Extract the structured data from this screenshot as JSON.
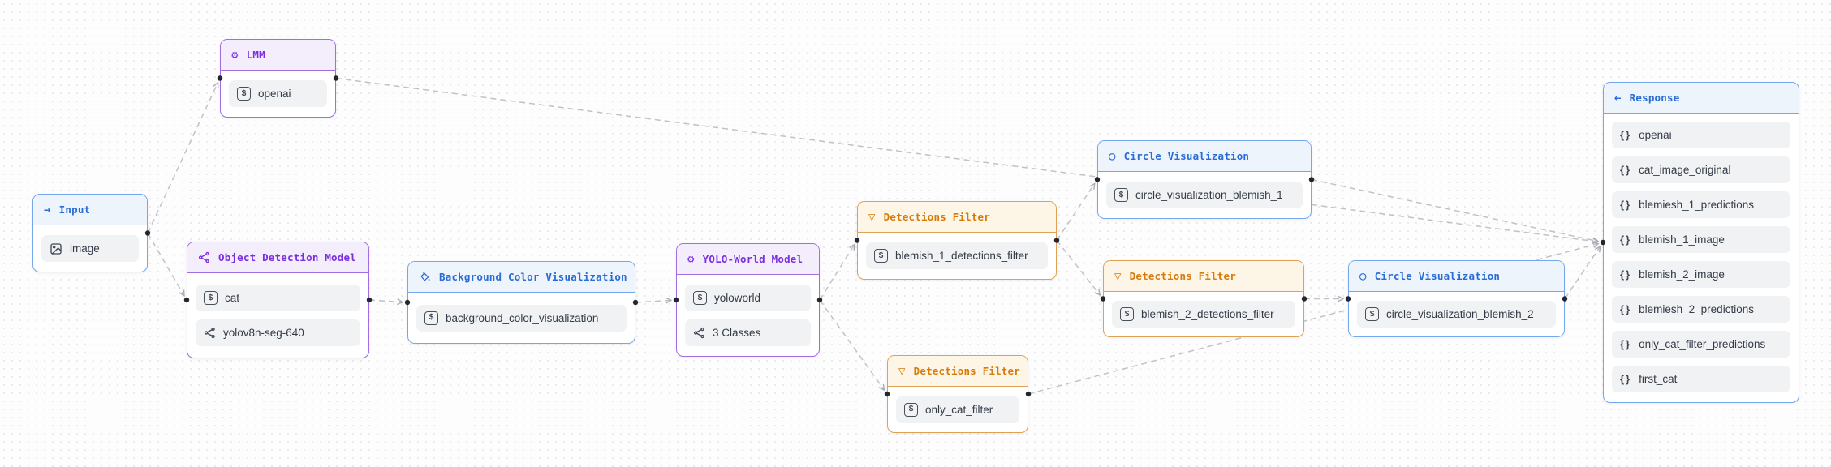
{
  "app": {
    "kind": "workflow-editor-canvas"
  },
  "icons": {
    "arrow_right": "→",
    "arrow_left": "←",
    "gear": "⚙",
    "funnel": "▽",
    "circle": "○",
    "dollar": "$",
    "braces": "{}",
    "molecule": "molecule-svg-shape",
    "paint_bucket": "paint-bucket-svg-shape",
    "image": "image-svg-shape"
  },
  "colors": {
    "blue_accent": "#2a6cd5",
    "blue_border": "#74a7ec",
    "purple_accent": "#7c2fe0",
    "purple_border": "#a06ee0",
    "orange_accent": "#d97a08",
    "orange_border": "#dfa153",
    "edge_line": "#c0c2c7",
    "pill_bg": "#f1f2f4"
  },
  "nodes": [
    {
      "id": "input",
      "title": "Input",
      "theme": "blue",
      "icon": "arrow-right-icon",
      "items": [
        {
          "icon": "image-icon",
          "label": "image"
        }
      ]
    },
    {
      "id": "lmm",
      "title": "LMM",
      "theme": "purple",
      "icon": "gear-icon",
      "items": [
        {
          "icon": "dollar-icon",
          "label": "openai"
        }
      ]
    },
    {
      "id": "object_detection_model",
      "title": "Object Detection Model",
      "theme": "purple",
      "icon": "molecule-icon",
      "items": [
        {
          "icon": "dollar-icon",
          "label": "cat"
        },
        {
          "icon": "molecule-icon",
          "label": "yolov8n-seg-640"
        }
      ]
    },
    {
      "id": "background_color_visualization",
      "title": "Background Color Visualization",
      "theme": "blue",
      "icon": "paint-bucket-icon",
      "items": [
        {
          "icon": "dollar-icon",
          "label": "background_color_visualization"
        }
      ]
    },
    {
      "id": "yolo_world_model",
      "title": "YOLO-World Model",
      "theme": "purple",
      "icon": "gear-icon",
      "items": [
        {
          "icon": "dollar-icon",
          "label": "yoloworld"
        },
        {
          "icon": "molecule-icon",
          "label": "3 Classes"
        }
      ]
    },
    {
      "id": "detections_filter_blemish_1",
      "title": "Detections Filter",
      "theme": "orange",
      "icon": "funnel-icon",
      "items": [
        {
          "icon": "dollar-icon",
          "label": "blemish_1_detections_filter"
        }
      ]
    },
    {
      "id": "detections_filter_only_cat",
      "title": "Detections Filter",
      "theme": "orange",
      "icon": "funnel-icon",
      "items": [
        {
          "icon": "dollar-icon",
          "label": "only_cat_filter"
        }
      ]
    },
    {
      "id": "circle_visualization_blemish_1",
      "title": "Circle Visualization",
      "theme": "blue",
      "icon": "circle-icon",
      "items": [
        {
          "icon": "dollar-icon",
          "label": "circle_visualization_blemish_1"
        }
      ]
    },
    {
      "id": "detections_filter_blemish_2",
      "title": "Detections Filter",
      "theme": "orange",
      "icon": "funnel-icon",
      "items": [
        {
          "icon": "dollar-icon",
          "label": "blemish_2_detections_filter"
        }
      ]
    },
    {
      "id": "circle_visualization_blemish_2",
      "title": "Circle Visualization",
      "theme": "blue",
      "icon": "circle-icon",
      "items": [
        {
          "icon": "dollar-icon",
          "label": "circle_visualization_blemish_2"
        }
      ]
    },
    {
      "id": "response",
      "title": "Response",
      "theme": "blue",
      "icon": "arrow-left-icon",
      "items": [
        {
          "icon": "braces-icon",
          "label": "openai"
        },
        {
          "icon": "braces-icon",
          "label": "cat_image_original"
        },
        {
          "icon": "braces-icon",
          "label": "blemiesh_1_predictions"
        },
        {
          "icon": "braces-icon",
          "label": "blemish_1_image"
        },
        {
          "icon": "braces-icon",
          "label": "blemish_2_image"
        },
        {
          "icon": "braces-icon",
          "label": "blemiesh_2_predictions"
        },
        {
          "icon": "braces-icon",
          "label": "only_cat_filter_predictions"
        },
        {
          "icon": "braces-icon",
          "label": "first_cat"
        }
      ]
    }
  ],
  "edges": [
    {
      "from": "input",
      "to": "lmm"
    },
    {
      "from": "input",
      "to": "object_detection_model"
    },
    {
      "from": "lmm",
      "to": "response"
    },
    {
      "from": "object_detection_model",
      "to": "background_color_visualization"
    },
    {
      "from": "background_color_visualization",
      "to": "yolo_world_model"
    },
    {
      "from": "yolo_world_model",
      "to": "detections_filter_blemish_1"
    },
    {
      "from": "yolo_world_model",
      "to": "detections_filter_only_cat"
    },
    {
      "from": "detections_filter_blemish_1",
      "to": "circle_visualization_blemish_1"
    },
    {
      "from": "detections_filter_blemish_1",
      "to": "detections_filter_blemish_2"
    },
    {
      "from": "detections_filter_blemish_2",
      "to": "circle_visualization_blemish_2"
    },
    {
      "from": "circle_visualization_blemish_1",
      "to": "response"
    },
    {
      "from": "circle_visualization_blemish_2",
      "to": "response"
    },
    {
      "from": "detections_filter_only_cat",
      "to": "response"
    }
  ]
}
